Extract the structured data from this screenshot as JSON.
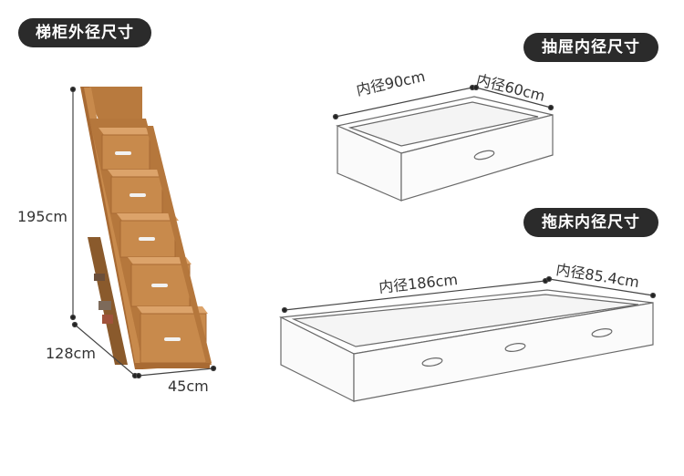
{
  "badges": {
    "stair_outer": "梯柜外径尺寸",
    "drawer_inner": "抽屉内径尺寸",
    "trundle_inner": "拖床内径尺寸"
  },
  "stair": {
    "height": "195cm",
    "depth": "128cm",
    "width": "45cm"
  },
  "drawer": {
    "length": "内径90cm",
    "width": "内径60cm"
  },
  "trundle": {
    "length": "内径186cm",
    "width": "内径85.4cm"
  },
  "colors": {
    "wood": "#c8894a",
    "wood_dark": "#a86a33",
    "wood_light": "#dca36a",
    "drawer_front": "#c88a4c",
    "badge_bg": "#2b2b2b",
    "sketch_line": "#6a6a6a"
  }
}
